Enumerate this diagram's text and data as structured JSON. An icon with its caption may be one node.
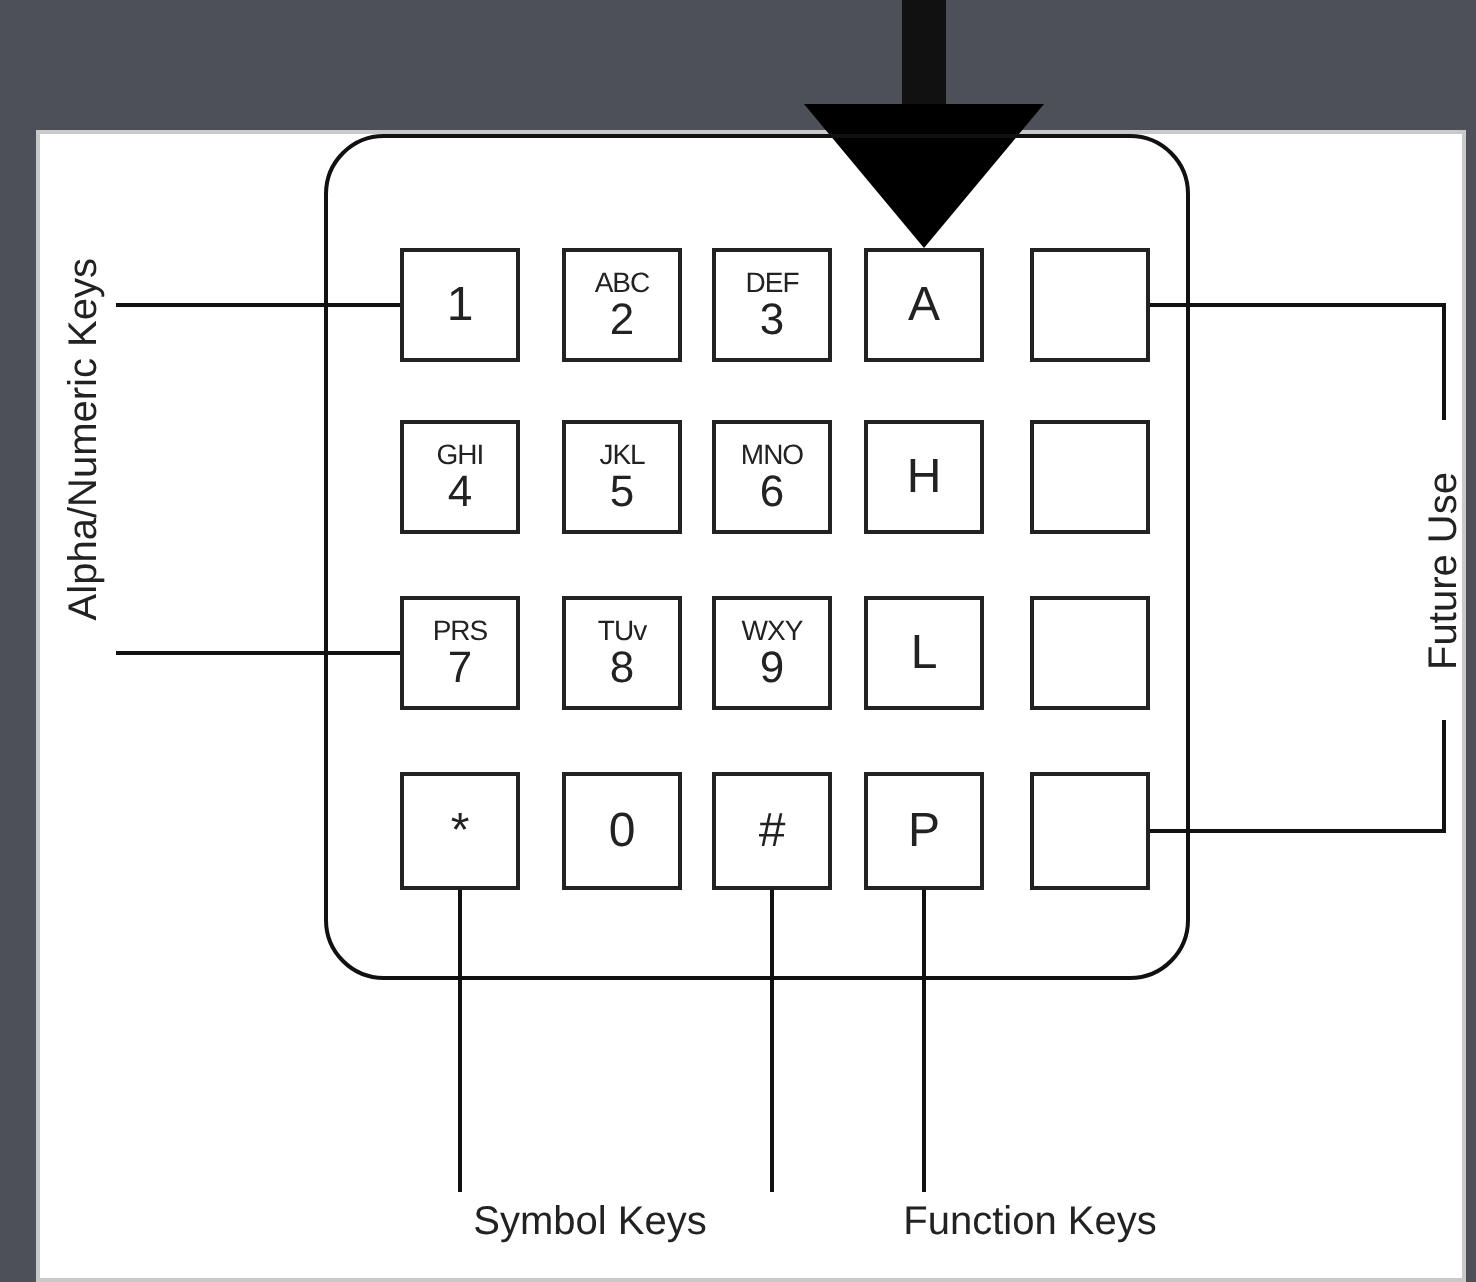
{
  "diagram": {
    "nodes": [
      {
        "text": [],
        "shape": "box"
      },
      {
        "text": [
          "1"
        ],
        "in": 0
      },
      {
        "text": [
          "ABC",
          "2"
        ],
        "in": 0
      },
      {
        "text": [
          "DEF",
          "3"
        ],
        "in": 0
      },
      {
        "text": [
          "A"
        ],
        "in": 0
      },
      {
        "text": [],
        "shape": "box",
        "in": 0
      },
      {
        "text": [
          "GHI",
          "4"
        ],
        "in": 0
      },
      {
        "text": [
          "JKL",
          "5"
        ],
        "in": 0
      },
      {
        "text": [
          "MNO",
          "6"
        ],
        "in": 0
      },
      {
        "text": [
          "H"
        ],
        "in": 0
      },
      {
        "text": [],
        "shape": "box",
        "in": 0
      },
      {
        "text": [
          "PRS",
          "7"
        ],
        "in": 0
      },
      {
        "text": [
          "TUv",
          "8"
        ],
        "in": 0
      },
      {
        "text": [
          "WXY",
          "9"
        ],
        "in": 0
      },
      {
        "text": [
          "L"
        ],
        "in": 0
      },
      {
        "text": [],
        "shape": "box",
        "in": 0
      },
      {
        "text": [
          "*"
        ],
        "in": 0
      },
      {
        "text": [
          "0"
        ],
        "in": 0
      },
      {
        "text": [
          "#"
        ],
        "in": 0
      },
      {
        "text": [
          "P"
        ],
        "in": 0
      },
      {
        "text": [],
        "shape": "box",
        "in": 0
      },
      {
        "text": [
          "Alpha/Numeric Keys"
        ]
      },
      {
        "text": [
          "Future Use"
        ]
      },
      {
        "text": [
          "Symbol Keys"
        ]
      },
      {
        "text": [
          "Function Keys"
        ]
      }
    ],
    "edges": [
      {
        "from": 21,
        "to": 1,
        "arrow": "none"
      },
      {
        "from": 21,
        "to": 11,
        "arrow": "none"
      },
      {
        "from": 22,
        "to": 5,
        "arrow": "none"
      },
      {
        "from": 22,
        "to": 20,
        "arrow": "none"
      },
      {
        "from": 23,
        "to": 16,
        "arrow": "none"
      },
      {
        "from": 23,
        "to": 18,
        "arrow": "none"
      },
      {
        "from": 24,
        "to": 19,
        "arrow": "none"
      },
      {
        "from": null,
        "to": 4,
        "arrow": "to",
        "style": "thick"
      }
    ]
  }
}
